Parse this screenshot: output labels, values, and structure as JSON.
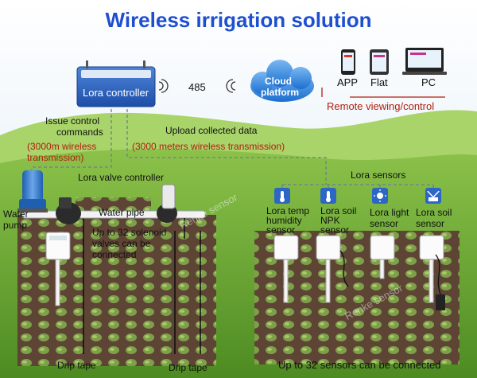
{
  "title": "Wireless irrigation solution",
  "controller": {
    "label": "Lora controller"
  },
  "protocol": "485",
  "cloud": {
    "line1": "Cloud",
    "line2": "platform"
  },
  "devices": [
    {
      "label": "APP"
    },
    {
      "label": "Flat"
    },
    {
      "label": "PC"
    }
  ],
  "remote": "Remote viewing/control",
  "issue": {
    "line1": "Issue control",
    "line2": "commands",
    "range1": "(3000m wireless",
    "range2": "transmission)"
  },
  "upload": {
    "line1": "Upload collected data",
    "line2": "(3000 meters wireless transmission)"
  },
  "valve_controller": "Lora valve controller",
  "water_pump": {
    "line1": "Water",
    "line2": "pump"
  },
  "water_pipe": "Water pipe",
  "solenoid": {
    "line1": "Up to 32 solenoid",
    "line2": "valves can be",
    "line3": "connected"
  },
  "drip_tape": "Drip tape",
  "sensors_title": "Lora sensors",
  "sensors": [
    {
      "line1": "Lora temp",
      "line2": "humidity",
      "line3": "sensor",
      "icon": "thermometer-icon"
    },
    {
      "line1": "Lora soil",
      "line2": "NPK",
      "line3": "sensor",
      "icon": "thermometer-icon"
    },
    {
      "line1": "Lora light",
      "line2": "sensor",
      "icon": "sun-icon"
    },
    {
      "line1": "Lora soil",
      "line2": "sensor",
      "icon": "plant-icon"
    }
  ],
  "sensors_note": "Up to 32 sensors can be connected",
  "watermark": "Renke sensor",
  "colors": {
    "title": "#1f4fd1",
    "accent_red": "#b01e0e",
    "soil": "#5e4434",
    "grass": "#5f9f2a",
    "sky": "#e8f2fb"
  }
}
